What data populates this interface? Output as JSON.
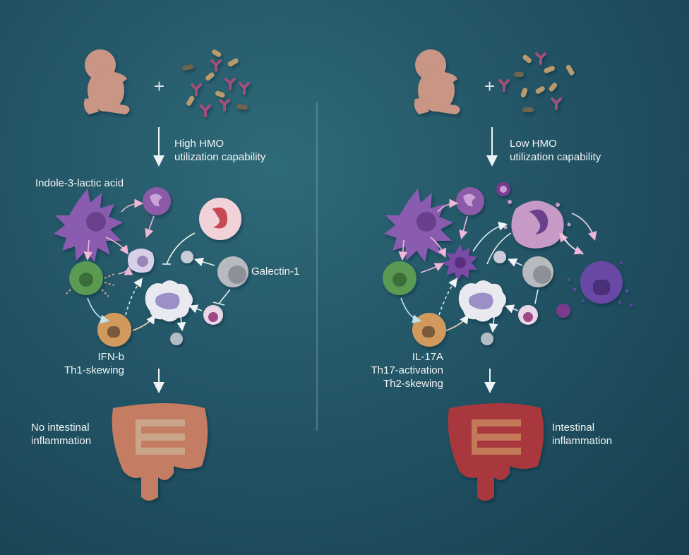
{
  "left": {
    "mechanism": [
      "High HMO",
      "utilization capability"
    ],
    "metabolite": "Indole-3-lactic acid",
    "lectin": "Galectin-1",
    "cytokines": [
      "IFN-b",
      "Th1-skewing"
    ],
    "outcome": [
      "No intestinal",
      "inflammation"
    ]
  },
  "right": {
    "mechanism": [
      "Low HMO",
      "utilization capability"
    ],
    "cytokines": [
      "IL-17A",
      "Th17-activation",
      "Th2-skewing"
    ],
    "outcome": [
      "Intestinal",
      "inflammation"
    ]
  },
  "colors": {
    "background": "#25596a",
    "infant": "#c99584",
    "healthy_colon": "#c47c62",
    "inflamed_colon": "#a8383e",
    "arrow_pink": "#f0b7d8",
    "arrow_light": "#e6eef1"
  }
}
